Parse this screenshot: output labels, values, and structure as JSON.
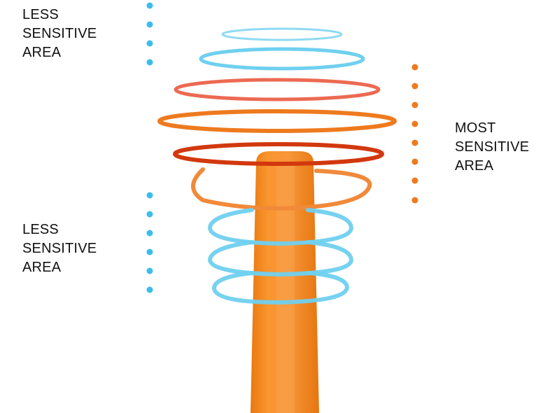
{
  "labels": {
    "top_left": [
      "LESS",
      "SENSITIVE",
      "AREA"
    ],
    "right": [
      "MOST",
      "SENSITIVE",
      "AREA"
    ],
    "bottom_left": [
      "LESS",
      "SENSITIVE",
      "AREA"
    ]
  },
  "colors": {
    "less_sensitive": "#6fd0ef",
    "dot_blue": "#3bbdec",
    "dot_orange": "#ee7a1e",
    "ring_coral": "#ec6a52",
    "ring_orange": "#ee7a1e",
    "ring_red": "#d2380e",
    "ring_light_orange": "#f08a3a",
    "stem": "#f68f2a",
    "stem_shadow": "#e77b12"
  },
  "illustration": {
    "subject": "orange stem with sensitivity rings",
    "top_rings": 5,
    "bottom_rings": 3
  }
}
